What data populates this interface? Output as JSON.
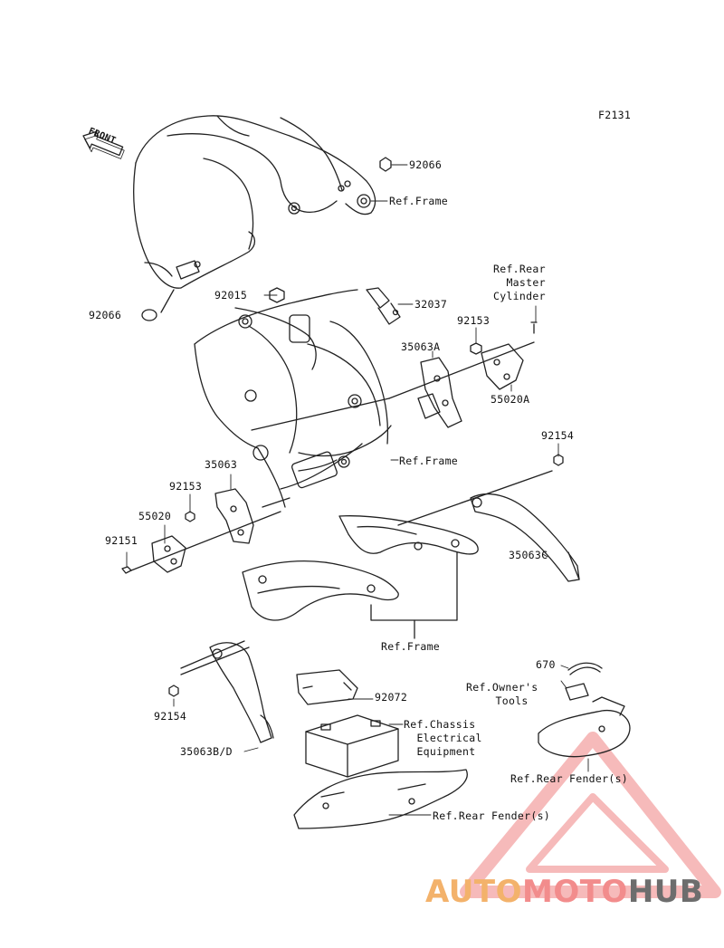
{
  "figure_code": "F2131",
  "front_label": "FRONT",
  "parts": {
    "p92066_top": "92066",
    "ref_frame_top": "Ref.Frame",
    "p92066_left": "92066",
    "p92015": "92015",
    "p32037": "32037",
    "ref_rear_master_cylinder": "Ref.Rear\n  Master\nCylinder",
    "p92153_right": "92153",
    "p35063A": "35063A",
    "p55020A": "55020A",
    "p92154_right": "92154",
    "ref_frame_mid": "Ref.Frame",
    "p35063": "35063",
    "p92153_left": "92153",
    "p55020": "55020",
    "p92151": "92151",
    "p35063C": "35063C",
    "ref_frame_bottom": "Ref.Frame",
    "p670": "670",
    "ref_owners_tools": "Ref.Owner's\n   Tools",
    "p92072": "92072",
    "ref_chassis_electrical": "Ref.Chassis\n  Electrical\n  Equipment",
    "p92154_left": "92154",
    "p35063BD": "35063B/D",
    "ref_rear_fender_right": "Ref.Rear Fender(s)",
    "ref_rear_fender_bottom": "Ref.Rear Fender(s)"
  },
  "watermark": {
    "part1": "AUTO",
    "part2": "MOTO",
    "part3": "HUB",
    "colors": {
      "auto": "#f3b26b",
      "moto": "#f28c8c",
      "hub": "#6d6d6d",
      "triangle": "#f0a0a0"
    }
  }
}
